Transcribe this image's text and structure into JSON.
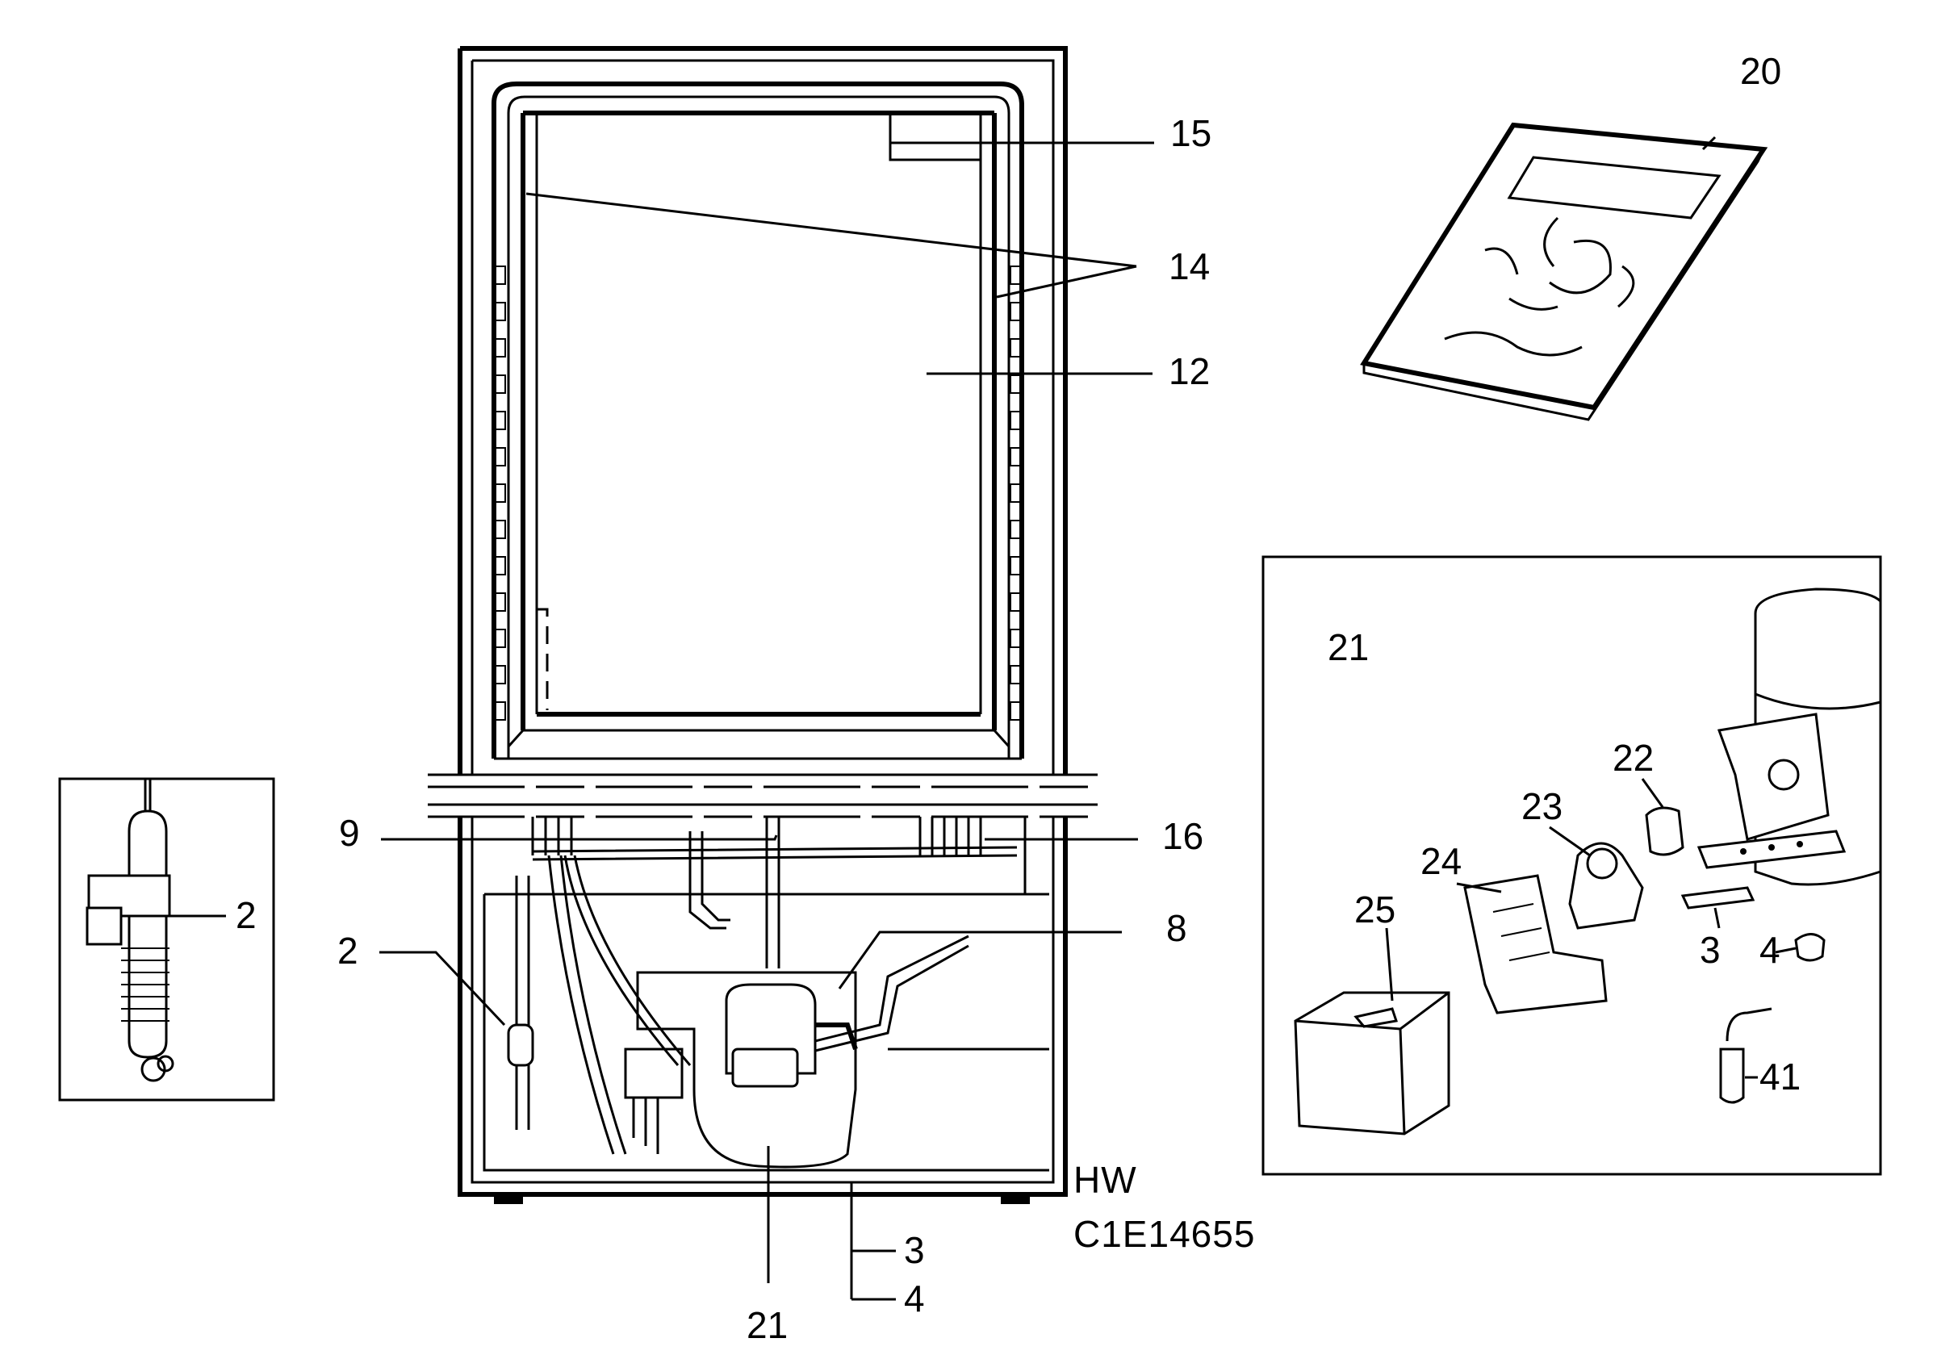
{
  "figure": {
    "code_line1": "HW",
    "code_line2": "C1E14655"
  },
  "callouts": {
    "c20": "20",
    "c15": "15",
    "c14": "14",
    "c12": "12",
    "c9": "9",
    "c16": "16",
    "c2_detail": "2",
    "c2_main": "2",
    "c8": "8",
    "c3_main": "3",
    "c4_main": "4",
    "c21_main": "21"
  },
  "inset": {
    "title": "21",
    "c22": "22",
    "c23": "23",
    "c24": "24",
    "c25": "25",
    "c3": "3",
    "c4": "4",
    "c41": "41"
  }
}
